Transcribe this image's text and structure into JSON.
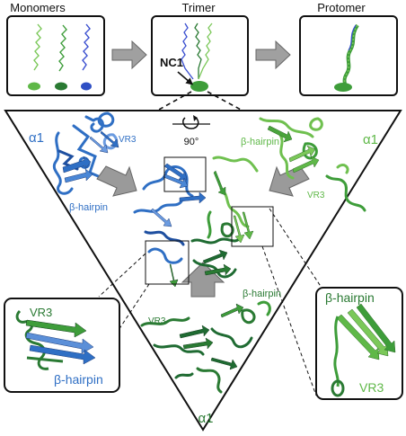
{
  "panels": {
    "monomers": "Monomers",
    "trimer": "Trimer",
    "protomer": "Protomer",
    "nc1": "NC1"
  },
  "rotation": "90°",
  "labels": {
    "blue_alpha1": "α1",
    "blue_vr3": "VR3",
    "blue_hairpin": "β-hairpin",
    "lightgreen_hairpin": "β-hairpin",
    "lightgreen_alpha1": "α1",
    "lightgreen_vr3": "VR3",
    "darkgreen_hairpin": "β-hairpin",
    "darkgreen_vr3": "VR3",
    "bottom_alpha1": "α1"
  },
  "insets": {
    "left_vr3": "VR3",
    "left_hairpin": "β-hairpin",
    "right_hairpin": "β-hairpin",
    "right_vr3": "VR3"
  },
  "colors": {
    "blue": "#2f6fc4",
    "lightblue": "#6b9be0",
    "lightgreen": "#7bc859",
    "green": "#3e9d3a",
    "darkgreen": "#1f6b32",
    "arrow_gray": "#9a9a9a"
  }
}
